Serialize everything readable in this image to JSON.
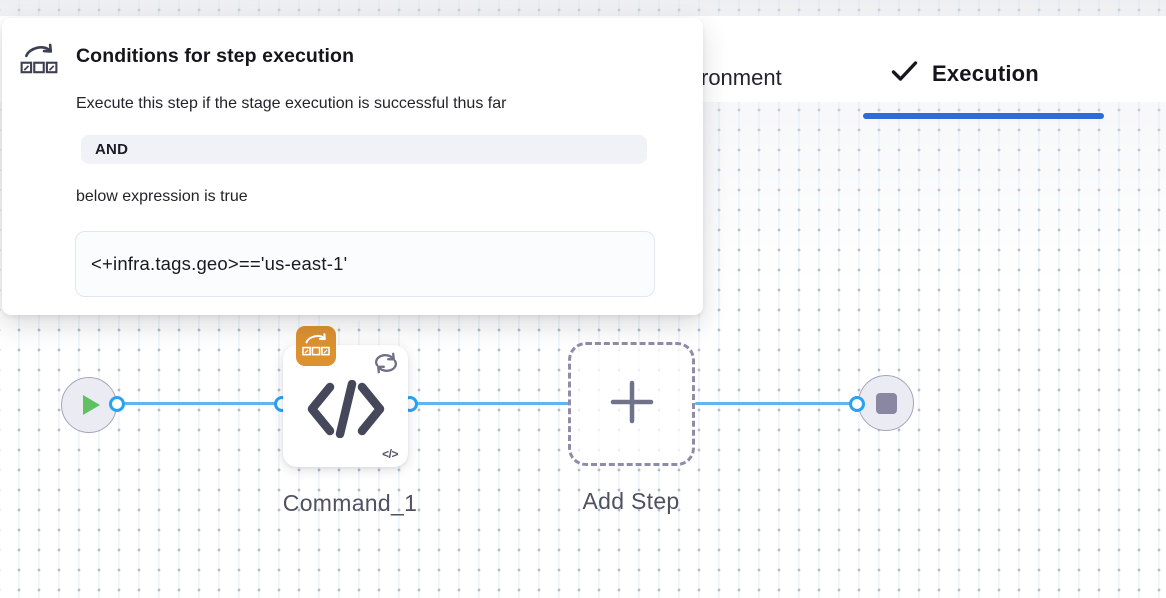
{
  "popover": {
    "icon": "conditional-execution-icon",
    "title": "Conditions for step execution",
    "description": "Execute this step if the stage execution is successful thus far",
    "operator": "AND",
    "expression_intro": "below expression is true",
    "expression": "<+infra.tags.geo>=='us-east-1'"
  },
  "tabs": {
    "environment": "ronment",
    "execution": "Execution"
  },
  "pipeline": {
    "step_label": "Command_1",
    "add_step_label": "Add Step",
    "mini_code_glyph": "</>"
  },
  "colors": {
    "active_tab_underline": "#2e6bd6",
    "edge_blue": "#5fb5f1",
    "connector_blue": "#2aa2f2",
    "badge_orange": "#dd9130",
    "play_green": "#5ec262",
    "stop_gray": "#8a87a2",
    "chip_bg": "#f1f1f8"
  }
}
